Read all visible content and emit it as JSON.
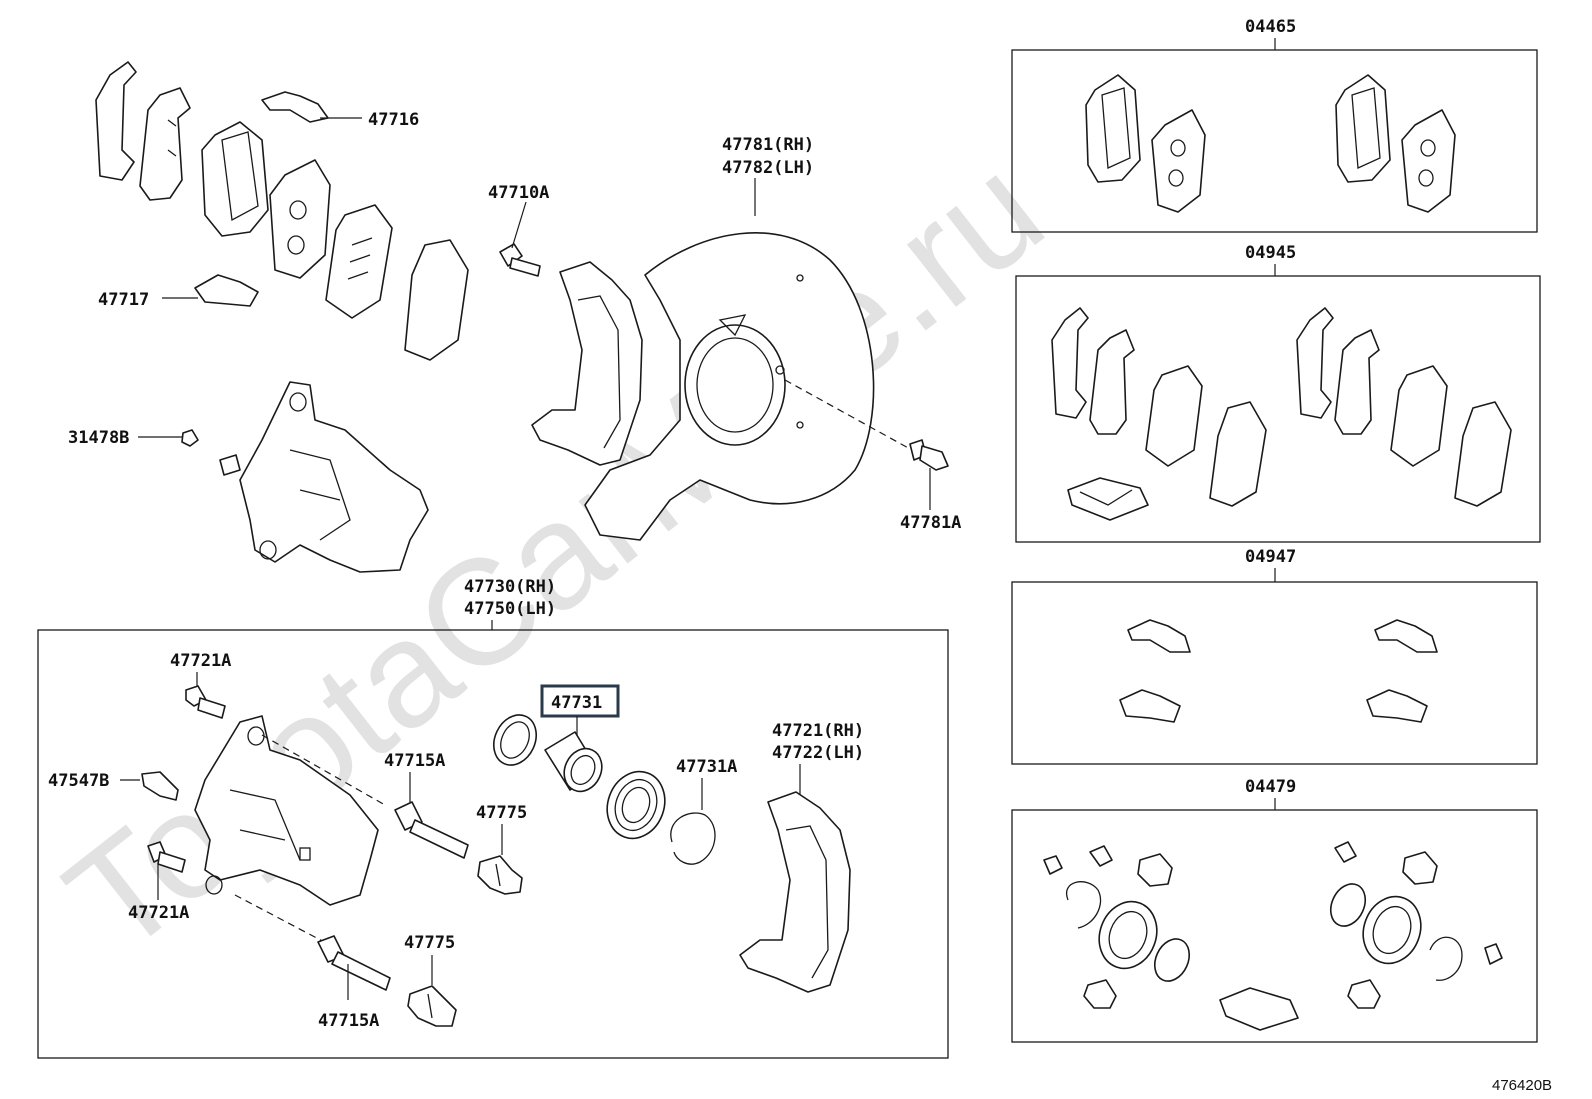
{
  "watermark": "ToyotaCarMine.ru",
  "figure_id": "476420B",
  "kits": [
    {
      "number": "04465"
    },
    {
      "number": "04945"
    },
    {
      "number": "04947"
    },
    {
      "number": "04479"
    }
  ],
  "labels": {
    "p47716": "47716",
    "p47717": "47717",
    "p47710A": "47710A",
    "p47781_rh": "47781(RH)",
    "p47782_lh": "47782(LH)",
    "p31478B": "31478B",
    "p47781A": "47781A",
    "p47730_rh": "47730(RH)",
    "p47750_lh": "47750(LH)",
    "p47721A_top": "47721A",
    "p47731": "47731",
    "p47721_rh": "47721(RH)",
    "p47722_lh": "47722(LH)",
    "p47547B": "47547B",
    "p47715A_top": "47715A",
    "p47731A": "47731A",
    "p47775_top": "47775",
    "p47721A_bottom": "47721A",
    "p47775_bottom": "47775",
    "p47715A_bottom": "47715A"
  },
  "highlighted_part": "47731"
}
